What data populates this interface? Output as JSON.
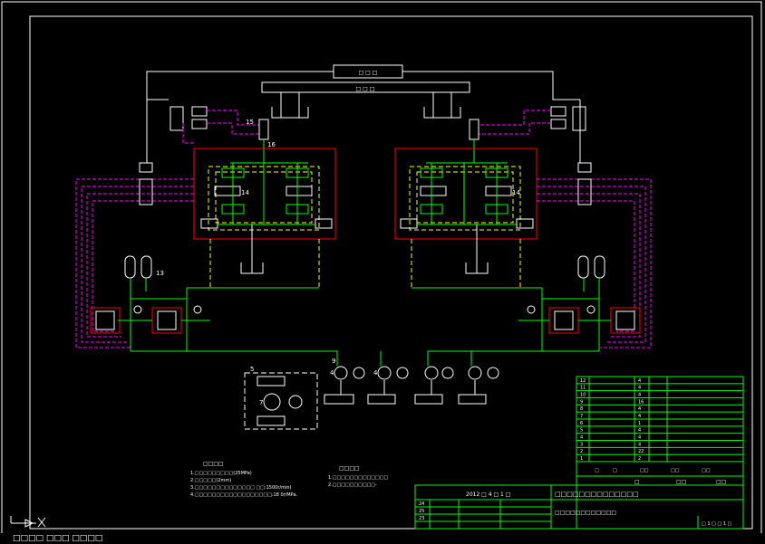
{
  "drawing": {
    "top_unit_label": "□ □ □",
    "bar_label": "□ □ □",
    "valve_labels": {
      "left_mid": "15",
      "left_mid2": "16",
      "left_v14": "14",
      "right_v14": "14",
      "acc_13": "13",
      "pump_4a": "4",
      "pump_4b": "4",
      "pump_9": "9",
      "pump_7": "7",
      "pump_5": "5"
    }
  },
  "notes_left": {
    "title": "□□□□",
    "lines": [
      "1.□□□□□□□□□(25MPa)",
      "2.□□□□□(2mm)",
      "3.□□□□□□□□□□□□□□  □□:1500r/min)",
      "4.□□□□□□□□□□□□□□□□□□:18 0r/MPa."
    ]
  },
  "notes_right": {
    "title": "□□□□",
    "lines": [
      "1.□□□□□□□□□□□□□",
      "2.□□□□□□□□□□-"
    ]
  },
  "title_block": {
    "main_title": "□□□□□□□□□□□□□□",
    "sub_title": "□□□□□□□□□□□□",
    "date": "2012 □ 4 □ 1 □",
    "sheet": "□ 1 □ □ 1 □",
    "rows_left": [
      "24",
      "25",
      "23"
    ],
    "row_numbers_right": [
      "1",
      "2",
      "3",
      "4",
      "5",
      "6",
      "7",
      "8",
      "9",
      "10",
      "11",
      "12"
    ],
    "qty_col": [
      "4",
      "4",
      "4",
      "16",
      "4",
      "4",
      "1",
      "4",
      "4",
      "4",
      "22",
      "2"
    ],
    "header_cells": [
      "□",
      "□",
      "□□",
      "□□",
      "□□"
    ],
    "header_big": [
      "□",
      "□□",
      "□□"
    ]
  },
  "status_bar": {
    "text": "□□□□ □□□ □□□□"
  },
  "colors": {
    "background": "#000000",
    "green": "#00ff00",
    "red": "#ff0000",
    "magenta": "#ff00ff",
    "yellow": "#ffff00",
    "white": "#ffffff"
  }
}
